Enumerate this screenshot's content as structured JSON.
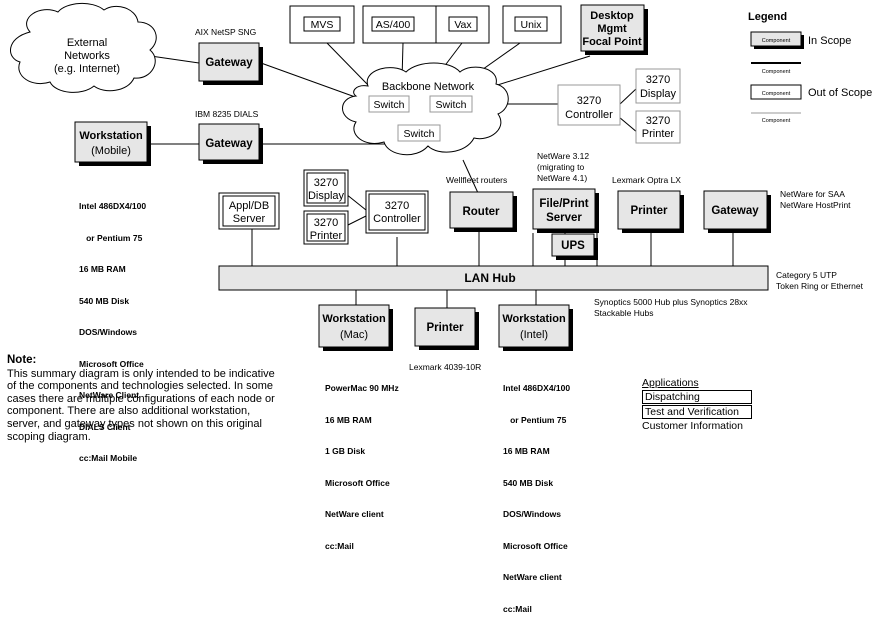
{
  "legend": {
    "title": "Legend",
    "in_scope": "In Scope",
    "out_of_scope": "Out of Scope",
    "component_label": "Component"
  },
  "external_networks": {
    "line1": "External",
    "line2": "Networks",
    "line3": "(e.g. Internet)"
  },
  "hosts": [
    "MVS",
    "AS/400",
    "Vax",
    "Unix"
  ],
  "desktop_mgmt": {
    "line1": "Desktop",
    "line2": "Mgmt",
    "line3": "Focal Point"
  },
  "gateway_top": {
    "caption": "AIX NetSP SNG",
    "label": "Gateway"
  },
  "gateway_mid": {
    "caption": "IBM 8235 DIALS",
    "label": "Gateway"
  },
  "workstation_mobile": {
    "line1": "Workstation",
    "line2": "(Mobile)",
    "specs": [
      "Intel 486DX4/100",
      "   or Pentium 75",
      "16 MB RAM",
      "540 MB Disk",
      "DOS/Windows",
      "Microsoft Office",
      "NetWare Client",
      "DIALS Client",
      "cc:Mail Mobile"
    ]
  },
  "backbone": {
    "title": "Backbone Network",
    "switch": "Switch"
  },
  "remote_3270": {
    "controller_line1": "3270",
    "controller_line2": "Controller",
    "display_line1": "3270",
    "display_line2": "Display",
    "printer_line1": "3270",
    "printer_line2": "Printer"
  },
  "local_3270": {
    "display_line1": "3270",
    "display_line2": "Display",
    "printer_line1": "3270",
    "printer_line2": "Printer",
    "controller_line1": "3270",
    "controller_line2": "Controller"
  },
  "appl_server": {
    "line1": "Appl/DB",
    "line2": "Server"
  },
  "router": {
    "caption": "Wellfleet routers",
    "label": "Router"
  },
  "file_print": {
    "caption": [
      "NetWare 3.12",
      "(migrating to",
      "NetWare 4.1)"
    ],
    "line1": "File/Print",
    "line2": "Server",
    "ups": "UPS"
  },
  "printer_top": {
    "caption": "Lexmark Optra LX",
    "label": "Printer"
  },
  "gateway_lan": {
    "caption": [
      "NetWare for SAA",
      "NetWare HostPrint"
    ],
    "label": "Gateway"
  },
  "lan_hub": {
    "label": "LAN Hub",
    "media": [
      "Category 5 UTP",
      "Token Ring or Ethernet"
    ],
    "hub_models": [
      "Synoptics 5000 Hub plus Synoptics 28xx",
      "Stackable Hubs"
    ]
  },
  "workstation_mac": {
    "line1": "Workstation",
    "line2": "(Mac)",
    "specs": [
      "PowerMac 90 MHz",
      "16 MB RAM",
      "1 GB Disk",
      "Microsoft Office",
      "NetWare client",
      "cc:Mail"
    ]
  },
  "printer_bottom": {
    "label": "Printer",
    "caption": "Lexmark 4039-10R"
  },
  "workstation_intel": {
    "line1": "Workstation",
    "line2": "(Intel)",
    "specs": [
      "Intel 486DX4/100",
      "   or Pentium 75",
      "16 MB RAM",
      "540 MB Disk",
      "DOS/Windows",
      "Microsoft Office",
      "NetWare client",
      "cc:Mail"
    ]
  },
  "note": {
    "heading": "Note:",
    "text": "This summary diagram is only intended to be indicative of the components and technologies selected.  In some cases there are multiple configurations of each node or component.  There are also additional workstation, server, and gateway types not shown on this original scoping diagram."
  },
  "applications": {
    "title": "Applications",
    "items": [
      "Dispatching",
      "Test and Verification",
      "Customer Information"
    ]
  }
}
